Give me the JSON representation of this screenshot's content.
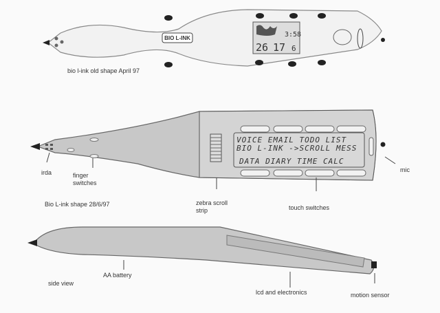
{
  "old_shape": {
    "caption": "bio l-ink old shape April 97",
    "brand": "BIO L-INK",
    "lcd_time": "3:58",
    "lcd_numbers": [
      "26",
      "17",
      "6"
    ]
  },
  "new_shape": {
    "caption": "Bio L-ink shape 28/6/97",
    "lcd_lines": [
      "VOICE EMAIL TODO LIST",
      "BIO L-INK ->SCROLL MESS",
      "DATA DIARY TIME CALC"
    ],
    "labels": {
      "irda": "irda",
      "finger_switches": [
        "finger",
        "switches"
      ],
      "zebra": [
        "zebra scroll",
        "strip"
      ],
      "touch": "touch switches",
      "mic": "mic"
    }
  },
  "side_view": {
    "caption": "side view",
    "battery": "AA battery",
    "lcd": "lcd and electronics",
    "motion": "motion sensor"
  }
}
